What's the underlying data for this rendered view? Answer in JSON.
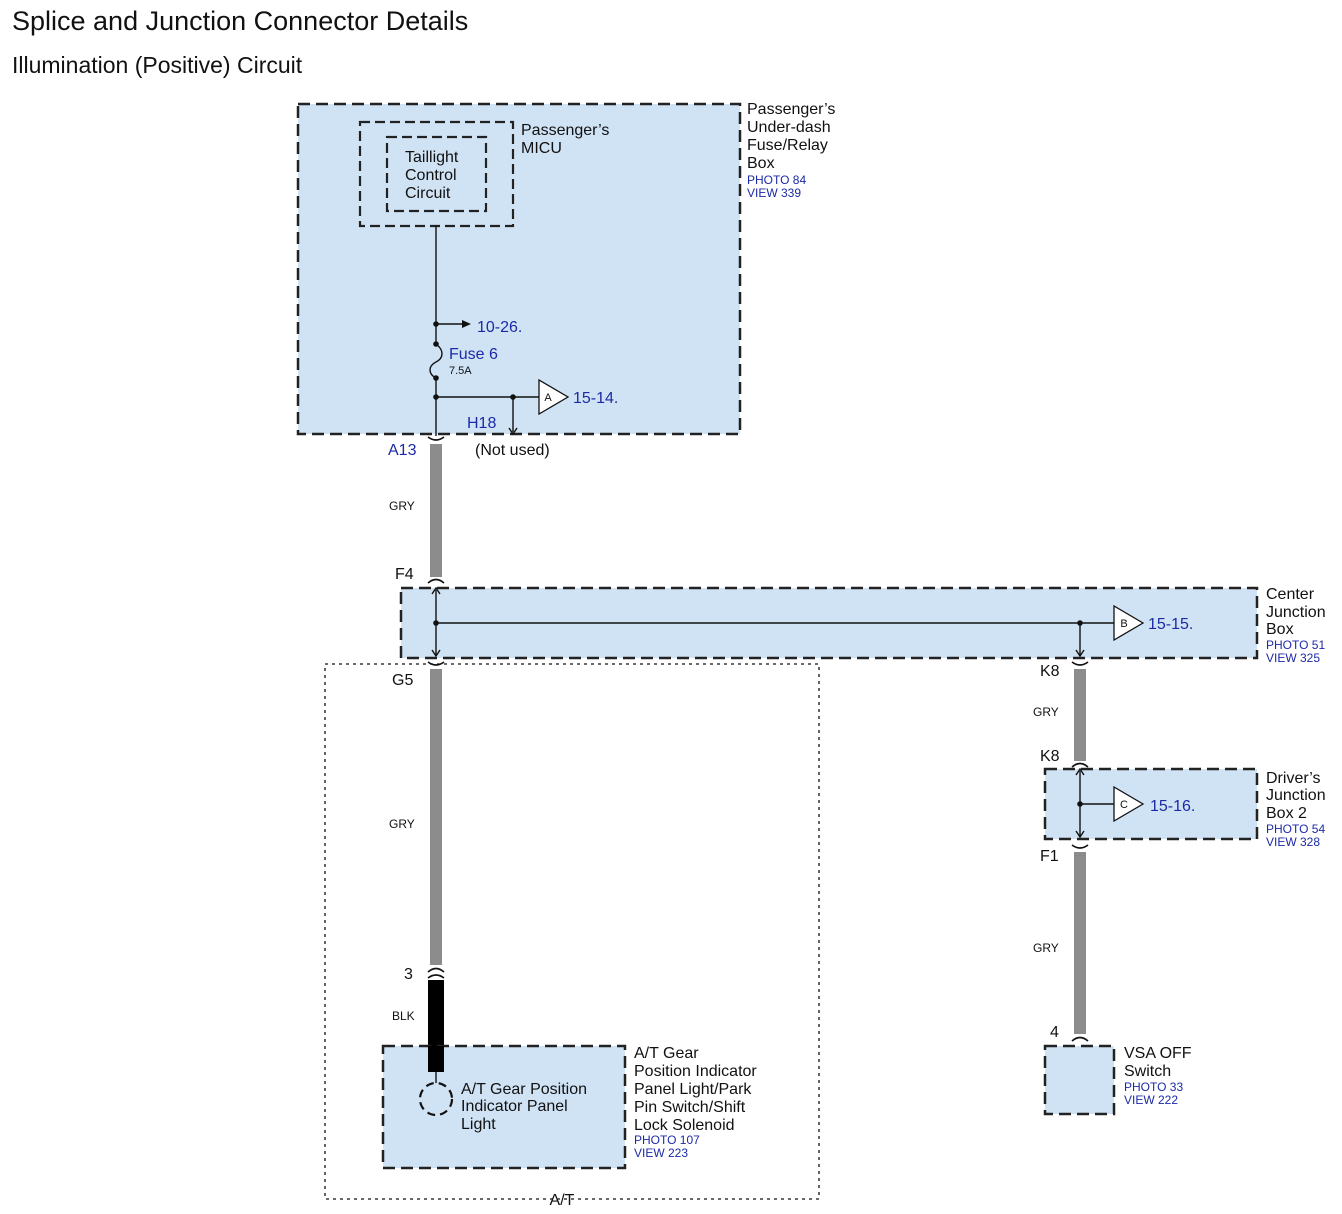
{
  "title": "Splice and Junction Connector Details",
  "subtitle": "Illumination (Positive) Circuit",
  "colors": {
    "box_fill": "#d0e3f5",
    "ref_text": "#1c2aa6",
    "wire_gray": "#8c8c8c",
    "wire_black": "#000000"
  },
  "components": {
    "underdash_box": {
      "name_lines": [
        "Passenger’s",
        "Under-dash",
        "Fuse/Relay",
        "Box"
      ],
      "photo": "PHOTO 84",
      "view": "VIEW 339"
    },
    "micu": {
      "name_lines": [
        "Passenger’s",
        "MICU"
      ]
    },
    "taillight_circuit": {
      "name_lines": [
        "Taillight",
        "Control",
        "Circuit"
      ]
    },
    "center_junction": {
      "name_lines": [
        "Center",
        "Junction",
        "Box"
      ],
      "photo": "PHOTO 51",
      "view": "VIEW 325"
    },
    "drivers_junction": {
      "name_lines": [
        "Driver’s",
        "Junction",
        "Box 2"
      ],
      "photo": "PHOTO 54",
      "view": "VIEW 328"
    },
    "gear_indicator_assembly": {
      "name_lines": [
        "A/T Gear",
        "Position Indicator",
        "Panel Light/Park",
        "Pin Switch/Shift",
        "Lock Solenoid"
      ],
      "photo": "PHOTO 107",
      "view": "VIEW 223"
    },
    "gear_light": {
      "name_lines": [
        "A/T Gear Position",
        "Indicator Panel",
        "Light"
      ]
    },
    "vsa_switch": {
      "name_lines": [
        "VSA OFF",
        "Switch"
      ],
      "photo": "PHOTO 33",
      "view": "VIEW 222"
    },
    "at_group_label": "A/T"
  },
  "fuse": {
    "label": "Fuse 6",
    "rating": "7.5A"
  },
  "cross_refs": {
    "r1": "10-26.",
    "r2": "15-14.",
    "r3": "15-15.",
    "r4": "15-16."
  },
  "triangles": {
    "a": "A",
    "b": "B",
    "c": "C"
  },
  "connectors": {
    "a13": "A13",
    "h18": "H18",
    "not_used": "(Not used)",
    "f4": "F4",
    "g5": "G5",
    "k8_top": "K8",
    "k8_bottom": "K8",
    "f1": "F1",
    "pin3": "3",
    "pin4": "4"
  },
  "wires": {
    "w1": "GRY",
    "w2": "GRY",
    "w3": "GRY",
    "w4": "GRY",
    "w5": "BLK"
  }
}
